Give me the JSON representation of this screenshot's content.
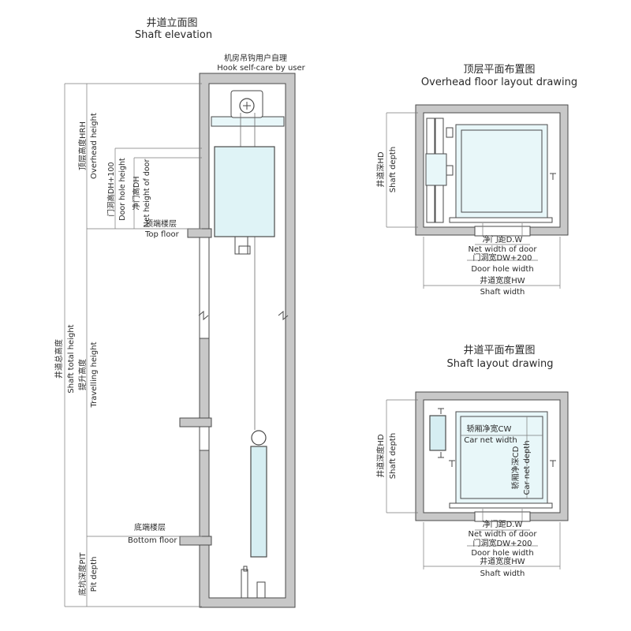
{
  "shaft_elevation": {
    "title_cn": "井道立面图",
    "title_en": "Shaft elevation",
    "hook_cn": "机房吊钩用户自理",
    "hook_en": "Hook self-care by user",
    "overhead_cn": "顶层高度HRH",
    "overhead_en": "Overhead height",
    "door_hole_height_cn": "门洞高DH+100",
    "door_hole_height_en": "Door hole height",
    "net_door_height_cn": "净门高DH",
    "net_door_height_en": "Net height of door",
    "top_floor_cn": "顶端楼层",
    "top_floor_en": "Top floor",
    "total_height_cn": "井道总高度",
    "total_height_en": "Shaft total height",
    "travel_cn": "提升高度",
    "travel_en": "Travelling height",
    "bottom_floor_cn": "底端楼层",
    "bottom_floor_en": "Bottom floor",
    "pit_cn": "底坑深度PIT",
    "pit_en": "Pit depth"
  },
  "overhead_layout": {
    "title_cn": "顶层平面布置图",
    "title_en": "Overhead floor layout drawing",
    "depth_cn": "井道深HD",
    "depth_en": "Shaft depth",
    "net_door_cn": "净门距D.W",
    "net_door_en": "Net width of door",
    "door_hole_cn": "门洞宽DW+200",
    "door_hole_en": "Door hole width",
    "shaft_width_cn": "井道宽度HW",
    "shaft_width_en": "Shaft width"
  },
  "shaft_layout": {
    "title_cn": "井道平面布置图",
    "title_en": "Shaft layout drawing",
    "depth_cn": "井道深度HD",
    "depth_en": "Shaft depth",
    "car_width_cn": "轿厢净宽CW",
    "car_width_en": "Car net width",
    "car_depth_cn": "轿厢净深CD",
    "car_depth_en": "Car net depth",
    "net_door_cn": "净门距D.W",
    "net_door_en": "Net width of door",
    "door_hole_cn": "门洞宽DW+200",
    "door_hole_en": "Door hole width",
    "shaft_width_cn": "井道宽度HW",
    "shaft_width_en": "Shaft width"
  }
}
